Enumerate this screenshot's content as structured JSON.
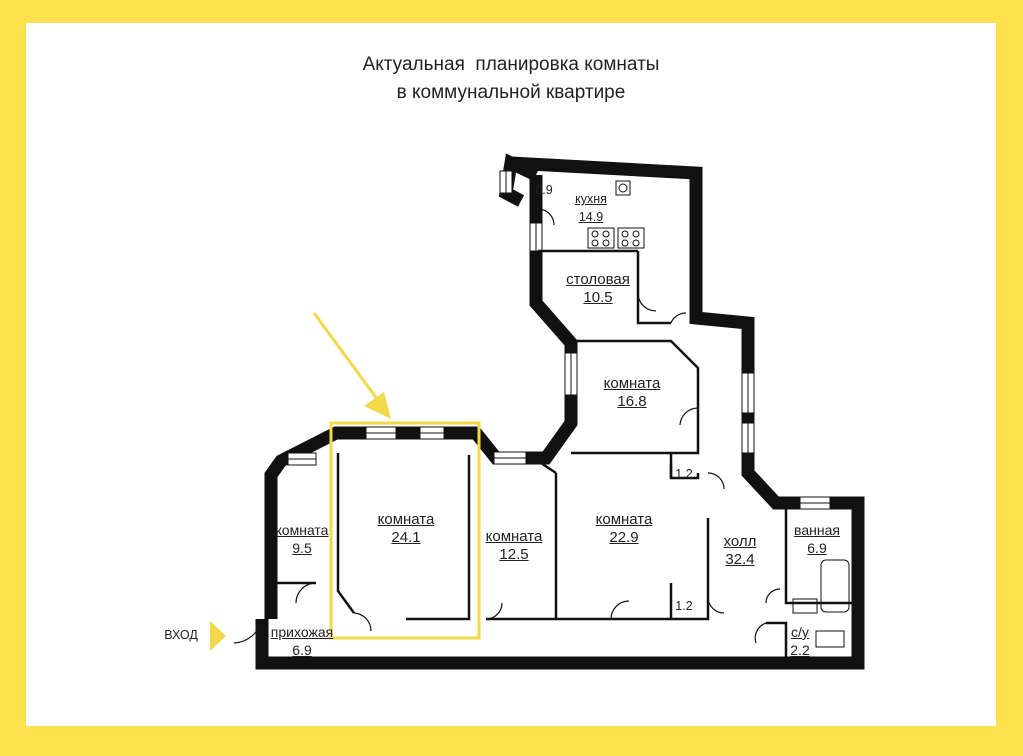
{
  "title": {
    "line1": "Актуальная  планировка комнаты",
    "line2": "в коммунальной квартире"
  },
  "entrance_label": "ВХОД",
  "rooms": [
    {
      "id": "pantry",
      "name": "",
      "area": "0.9"
    },
    {
      "id": "kitchen",
      "name": "кухня",
      "area": "14.9"
    },
    {
      "id": "dining",
      "name": "столовая",
      "area": "10.5"
    },
    {
      "id": "room16",
      "name": "комната",
      "area": "16.8"
    },
    {
      "id": "closet1",
      "name": "",
      "area": "1.2"
    },
    {
      "id": "room9",
      "name": "комната",
      "area": "9.5"
    },
    {
      "id": "room24",
      "name": "комната",
      "area": "24.1"
    },
    {
      "id": "room12",
      "name": "комната",
      "area": "12.5"
    },
    {
      "id": "room22",
      "name": "комната",
      "area": "22.9"
    },
    {
      "id": "closet2",
      "name": "",
      "area": "1.2"
    },
    {
      "id": "hall",
      "name": "холл",
      "area": "32.4"
    },
    {
      "id": "bath",
      "name": "ванная",
      "area": "6.9"
    },
    {
      "id": "wc",
      "name": "с/у",
      "area": "2.2"
    },
    {
      "id": "entry",
      "name": "прихожая",
      "area": "6.9"
    }
  ],
  "colors": {
    "frame": "#FFE04F",
    "highlight": "#F2D94A",
    "wall": "#111111",
    "text": "#222222"
  },
  "highlighted_room": "room24"
}
